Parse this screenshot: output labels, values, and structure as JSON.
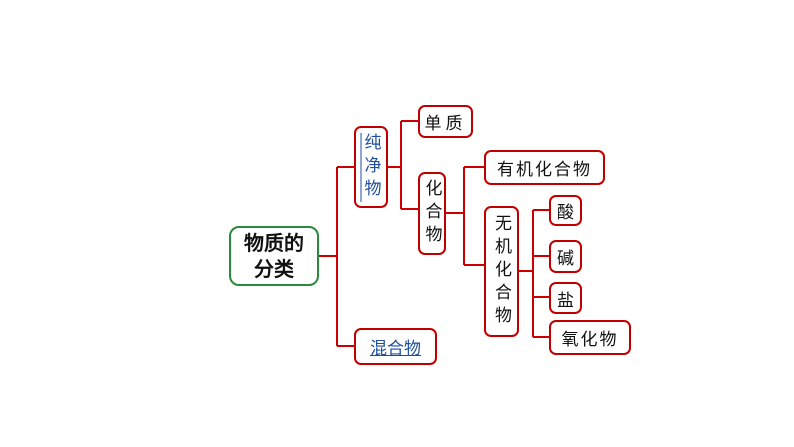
{
  "root": "物质的分类",
  "nodes": {
    "pure": "纯净物",
    "mixture": "混合物",
    "element": "单质",
    "compound": "化合物",
    "organic": "有机化合物",
    "inorganic": "无机化合物",
    "acid": "酸",
    "base": "碱",
    "salt": "盐",
    "oxide": "氧化物"
  },
  "colors": {
    "connector": "#cc0000",
    "root_border": "#2a8a3c",
    "link": "#1f4e9c"
  }
}
